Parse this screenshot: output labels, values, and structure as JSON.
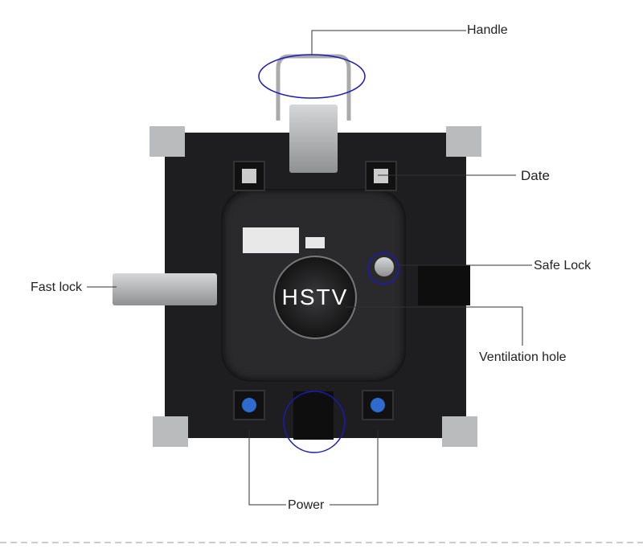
{
  "labels": {
    "handle": "Handle",
    "date": "Date",
    "safe_lock": "Safe Lock",
    "fast_lock": "Fast lock",
    "ventilation_hole": "Ventilation hole",
    "power": "Power"
  },
  "logo_text": "HSTV",
  "colors": {
    "highlight": "#1a1ab8",
    "panel": "#1e1e20"
  }
}
